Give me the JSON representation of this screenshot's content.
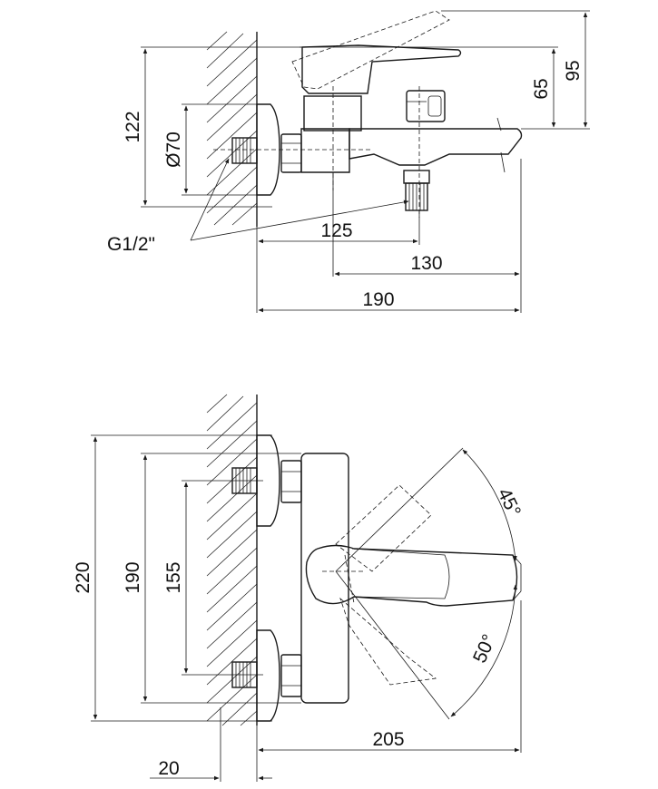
{
  "side_view": {
    "dims": {
      "h95": "95",
      "h65": "65",
      "h122": "122",
      "dia70": "Ø70",
      "thread": "G1/2\"",
      "w125": "125",
      "w130": "130",
      "w190": "190"
    }
  },
  "top_view": {
    "dims": {
      "h220": "220",
      "h190": "190",
      "h155": "155",
      "w205": "205",
      "w20": "20",
      "angle45": "45°",
      "angle50": "50°"
    }
  }
}
